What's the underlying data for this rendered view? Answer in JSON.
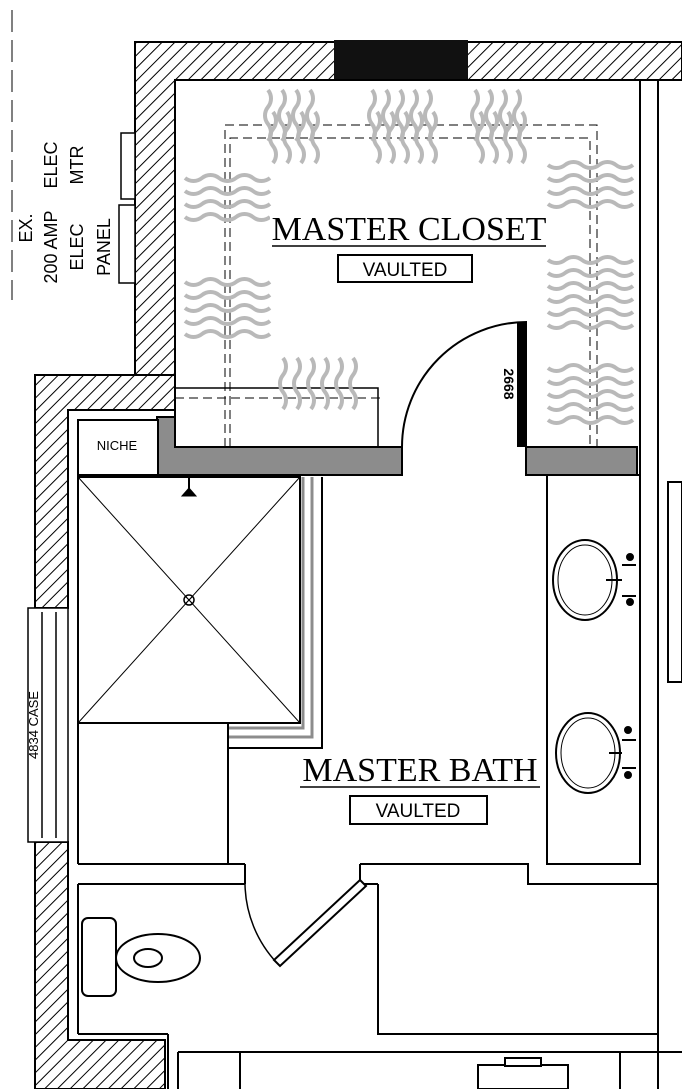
{
  "rooms": {
    "closet": {
      "name": "MASTER CLOSET",
      "ceiling": "VAULTED"
    },
    "bath": {
      "name": "MASTER BATH",
      "ceiling": "VAULTED"
    }
  },
  "labels": {
    "niche": "NICHE",
    "door_size": "2668",
    "window_size": "4834 CASE",
    "panel_ex": "EX.",
    "panel_amp": "200 AMP",
    "panel_elec": "ELEC",
    "panel_name": "PANEL",
    "meter_elec": "ELEC",
    "meter_name": "MTR"
  },
  "colors": {
    "wall_hatch": "#000000",
    "header_gray": "#8c8c8c",
    "hang_rod_gray": "#b9b9b9",
    "line": "#000000"
  }
}
